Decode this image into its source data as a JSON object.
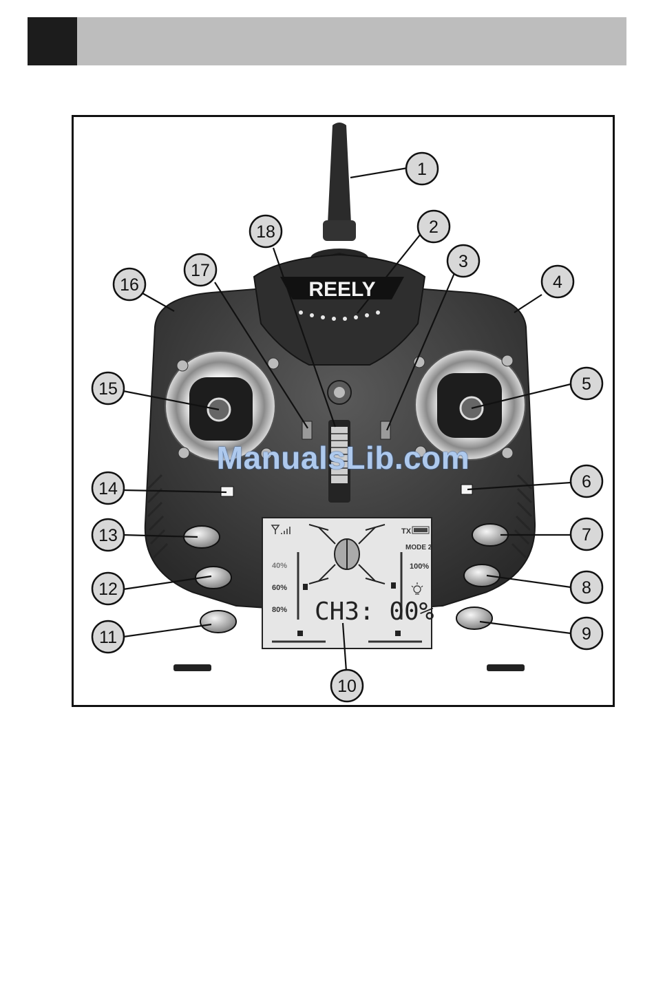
{
  "brand": {
    "logo_text": "REELY"
  },
  "watermark": {
    "text": "ManualsLib.com"
  },
  "lcd": {
    "tx_label": "TX",
    "mode_label": "MODE 2",
    "rate_100": "100%",
    "rate_40": "40%",
    "rate_60": "60%",
    "rate_80": "80%",
    "channel_readout": "CH3: 00%"
  },
  "callouts": [
    "1",
    "2",
    "3",
    "4",
    "5",
    "6",
    "7",
    "8",
    "9",
    "10",
    "11",
    "12",
    "13",
    "14",
    "15",
    "16",
    "17",
    "18"
  ],
  "colors": {
    "header_dark": "#1c1c1c",
    "header_grey": "#bdbdbd",
    "body": "#3a3a3a",
    "lcd_bg": "#e6e6e6",
    "callout_fill": "#d8d8d8"
  }
}
